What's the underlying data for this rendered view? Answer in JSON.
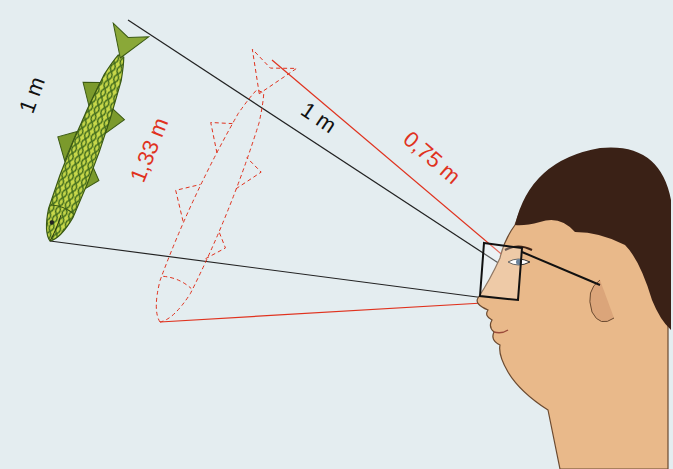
{
  "diagram": {
    "labels": [
      "1 m",
      "1,33 m",
      "1 m",
      "0,75 m"
    ]
  }
}
